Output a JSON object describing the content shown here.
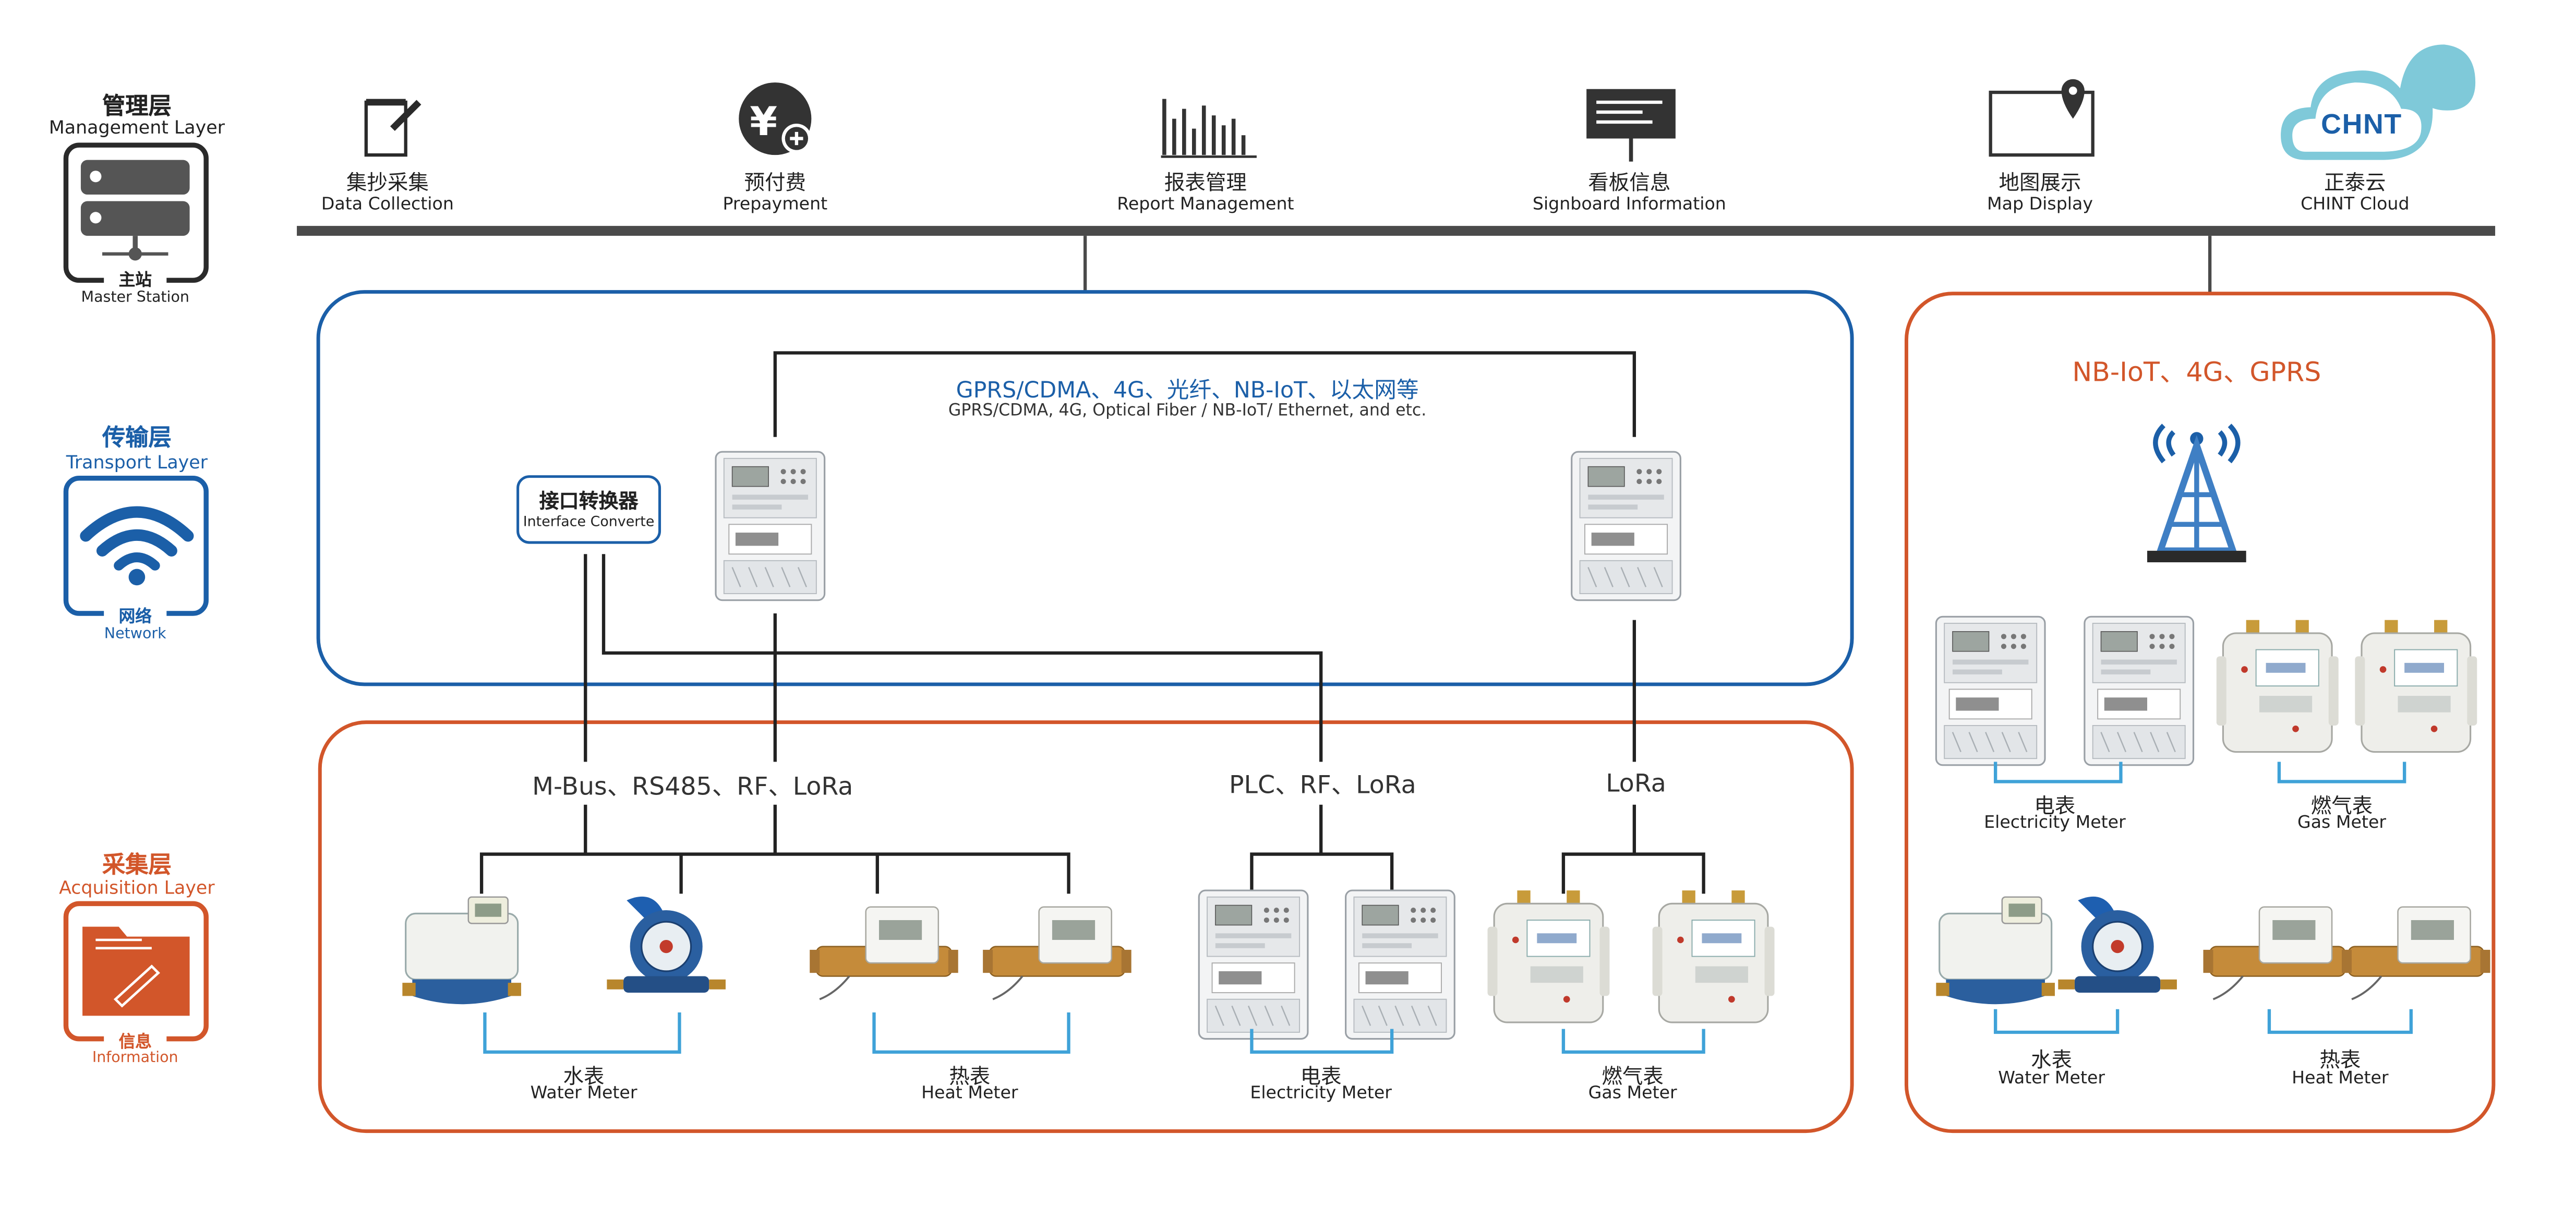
{
  "colors": {
    "blue": "#1b5fa8",
    "orange": "#d2562a",
    "dark": "#2a2a2a",
    "bracket": "#3fa2d8",
    "cloud": "#7fc9d9"
  },
  "layers": {
    "management": {
      "cn": "管理层",
      "en": "Management Layer",
      "node_cn": "主站",
      "node_en": "Master Station"
    },
    "transport": {
      "cn": "传输层",
      "en": "Transport Layer",
      "node_cn": "网络",
      "node_en": "Network"
    },
    "acquisition": {
      "cn": "采集层",
      "en": "Acquisition Layer",
      "node_cn": "信息",
      "node_en": "Information"
    }
  },
  "modules": [
    {
      "cn": "集抄采集",
      "en": "Data Collection",
      "icon": "pencil-note-icon"
    },
    {
      "cn": "预付费",
      "en": "Prepayment",
      "icon": "yuan-coin-icon"
    },
    {
      "cn": "报表管理",
      "en": "Report Management",
      "icon": "bar-chart-icon"
    },
    {
      "cn": "看板信息",
      "en": "Signboard Information",
      "icon": "signboard-icon"
    },
    {
      "cn": "地图展示",
      "en": "Map Display",
      "icon": "map-pin-icon"
    },
    {
      "cn": "正泰云",
      "en": "CHINT Cloud",
      "icon": "cloud-icon",
      "logo": "CHNT"
    }
  ],
  "transport": {
    "network_cn": "GPRS/CDMA、4G、光纤、NB-IoT、以太网等",
    "network_en": "GPRS/CDMA, 4G, Optical Fiber / NB-IoT/ Ethernet, and etc.",
    "converter_cn": "接口转换器",
    "converter_en": "Interface Converte"
  },
  "acquisition": {
    "protocols": [
      "M-Bus、RS485、RF、LoRa",
      "PLC、RF、LoRa",
      "LoRa"
    ],
    "meters": [
      {
        "cn": "水表",
        "en": "Water Meter"
      },
      {
        "cn": "热表",
        "en": "Heat Meter"
      },
      {
        "cn": "电表",
        "en": "Electricity Meter"
      },
      {
        "cn": "燃气表",
        "en": "Gas Meter"
      }
    ]
  },
  "cloud_side": {
    "protocol": "NB-IoT、4G、GPRS",
    "meters": [
      {
        "cn": "电表",
        "en": "Electricity Meter"
      },
      {
        "cn": "燃气表",
        "en": "Gas Meter"
      },
      {
        "cn": "水表",
        "en": "Water Meter"
      },
      {
        "cn": "热表",
        "en": "Heat Meter"
      }
    ]
  }
}
